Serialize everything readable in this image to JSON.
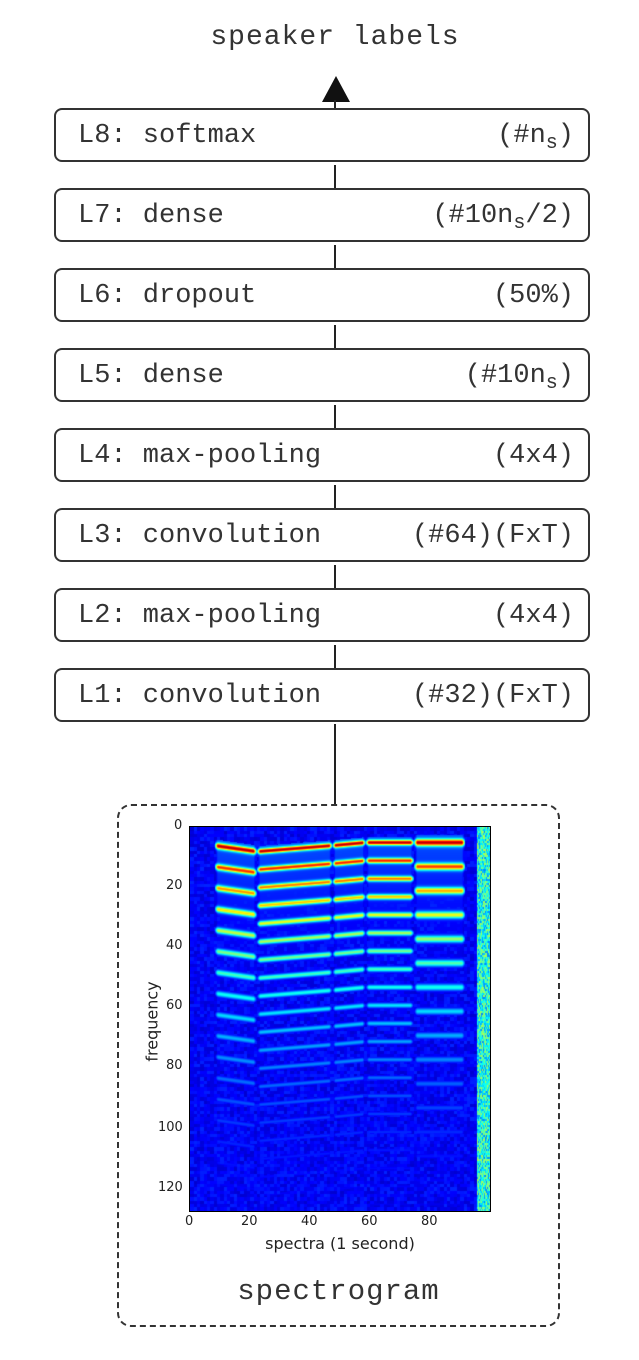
{
  "output_label": "speaker labels",
  "layers": [
    {
      "name": "L8: softmax",
      "param_main": "(#n",
      "param_sub": "s",
      "param_tail": ")"
    },
    {
      "name": "L7: dense",
      "param_main": "(#10n",
      "param_sub": "s",
      "param_tail": "/2)"
    },
    {
      "name": "L6: dropout",
      "param_main": "(50%)",
      "param_sub": "",
      "param_tail": ""
    },
    {
      "name": "L5: dense",
      "param_main": "(#10n",
      "param_sub": "s",
      "param_tail": ")"
    },
    {
      "name": "L4: max-pooling",
      "param_main": "(4x4)",
      "param_sub": "",
      "param_tail": ""
    },
    {
      "name": "L3: convolution",
      "param_main": "(#64)(FxT)",
      "param_sub": "",
      "param_tail": ""
    },
    {
      "name": "L2: max-pooling",
      "param_main": "(4x4)",
      "param_sub": "",
      "param_tail": ""
    },
    {
      "name": "L1: convolution",
      "param_main": "(#32)(FxT)",
      "param_sub": "",
      "param_tail": ""
    }
  ],
  "input_label": "spectrogram",
  "chart_data": {
    "type": "heatmap",
    "colormap": "jet",
    "xlabel": "spectra (1 second)",
    "ylabel": "frequency",
    "xlim": [
      0,
      100
    ],
    "ylim": [
      128,
      0
    ],
    "xticks": [
      "0",
      "20",
      "40",
      "60",
      "80"
    ],
    "yticks": [
      "0",
      "20",
      "40",
      "60",
      "80",
      "100",
      "120"
    ],
    "harmonic_segments": [
      {
        "x0": 8,
        "x1": 22,
        "f0": 6,
        "f1": 8,
        "spacing": 7
      },
      {
        "x0": 22,
        "x1": 47,
        "f0": 8,
        "f1": 6,
        "spacing": 6
      },
      {
        "x0": 47,
        "x1": 58,
        "f0": 6,
        "f1": 5,
        "spacing": 6
      },
      {
        "x0": 58,
        "x1": 74,
        "f0": 5,
        "f1": 5,
        "spacing": 6
      },
      {
        "x0": 74,
        "x1": 91,
        "f0": 5,
        "f1": 5,
        "spacing": 8
      }
    ]
  }
}
